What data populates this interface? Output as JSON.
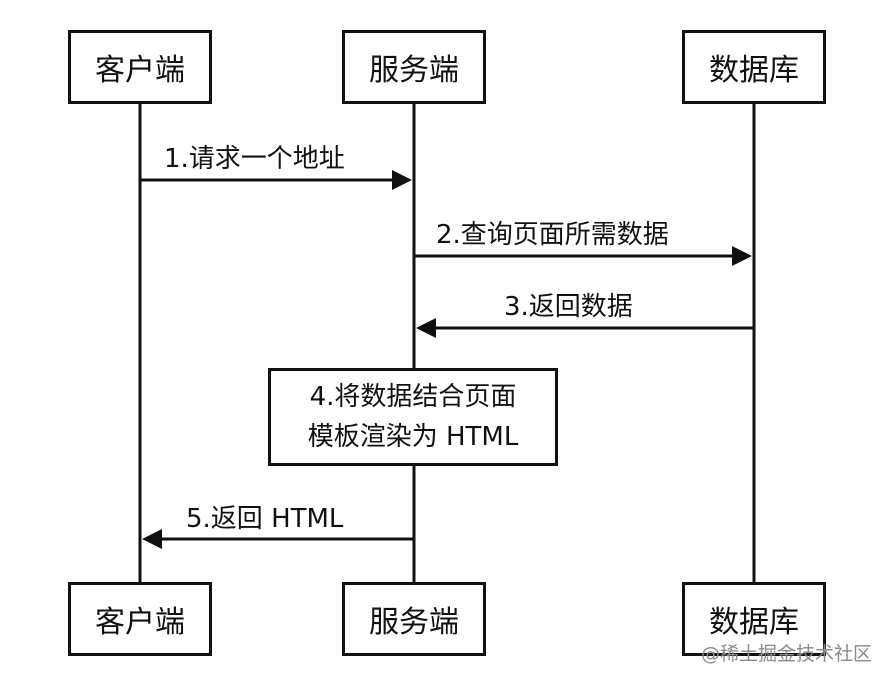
{
  "participants": {
    "client": "客户端",
    "server": "服务端",
    "database": "数据库"
  },
  "messages": [
    {
      "label": "1.请求一个地址"
    },
    {
      "label": "2.查询页面所需数据"
    },
    {
      "label": "3.返回数据"
    },
    {
      "label": "5.返回 HTML"
    }
  ],
  "note": {
    "line1": "4.将数据结合页面",
    "line2": "模板渲染为 HTML"
  },
  "watermark": "@稀土掘金技术社区",
  "colors": {
    "line": "#111111",
    "background": "#ffffff",
    "watermark": "#8a8a8a"
  }
}
